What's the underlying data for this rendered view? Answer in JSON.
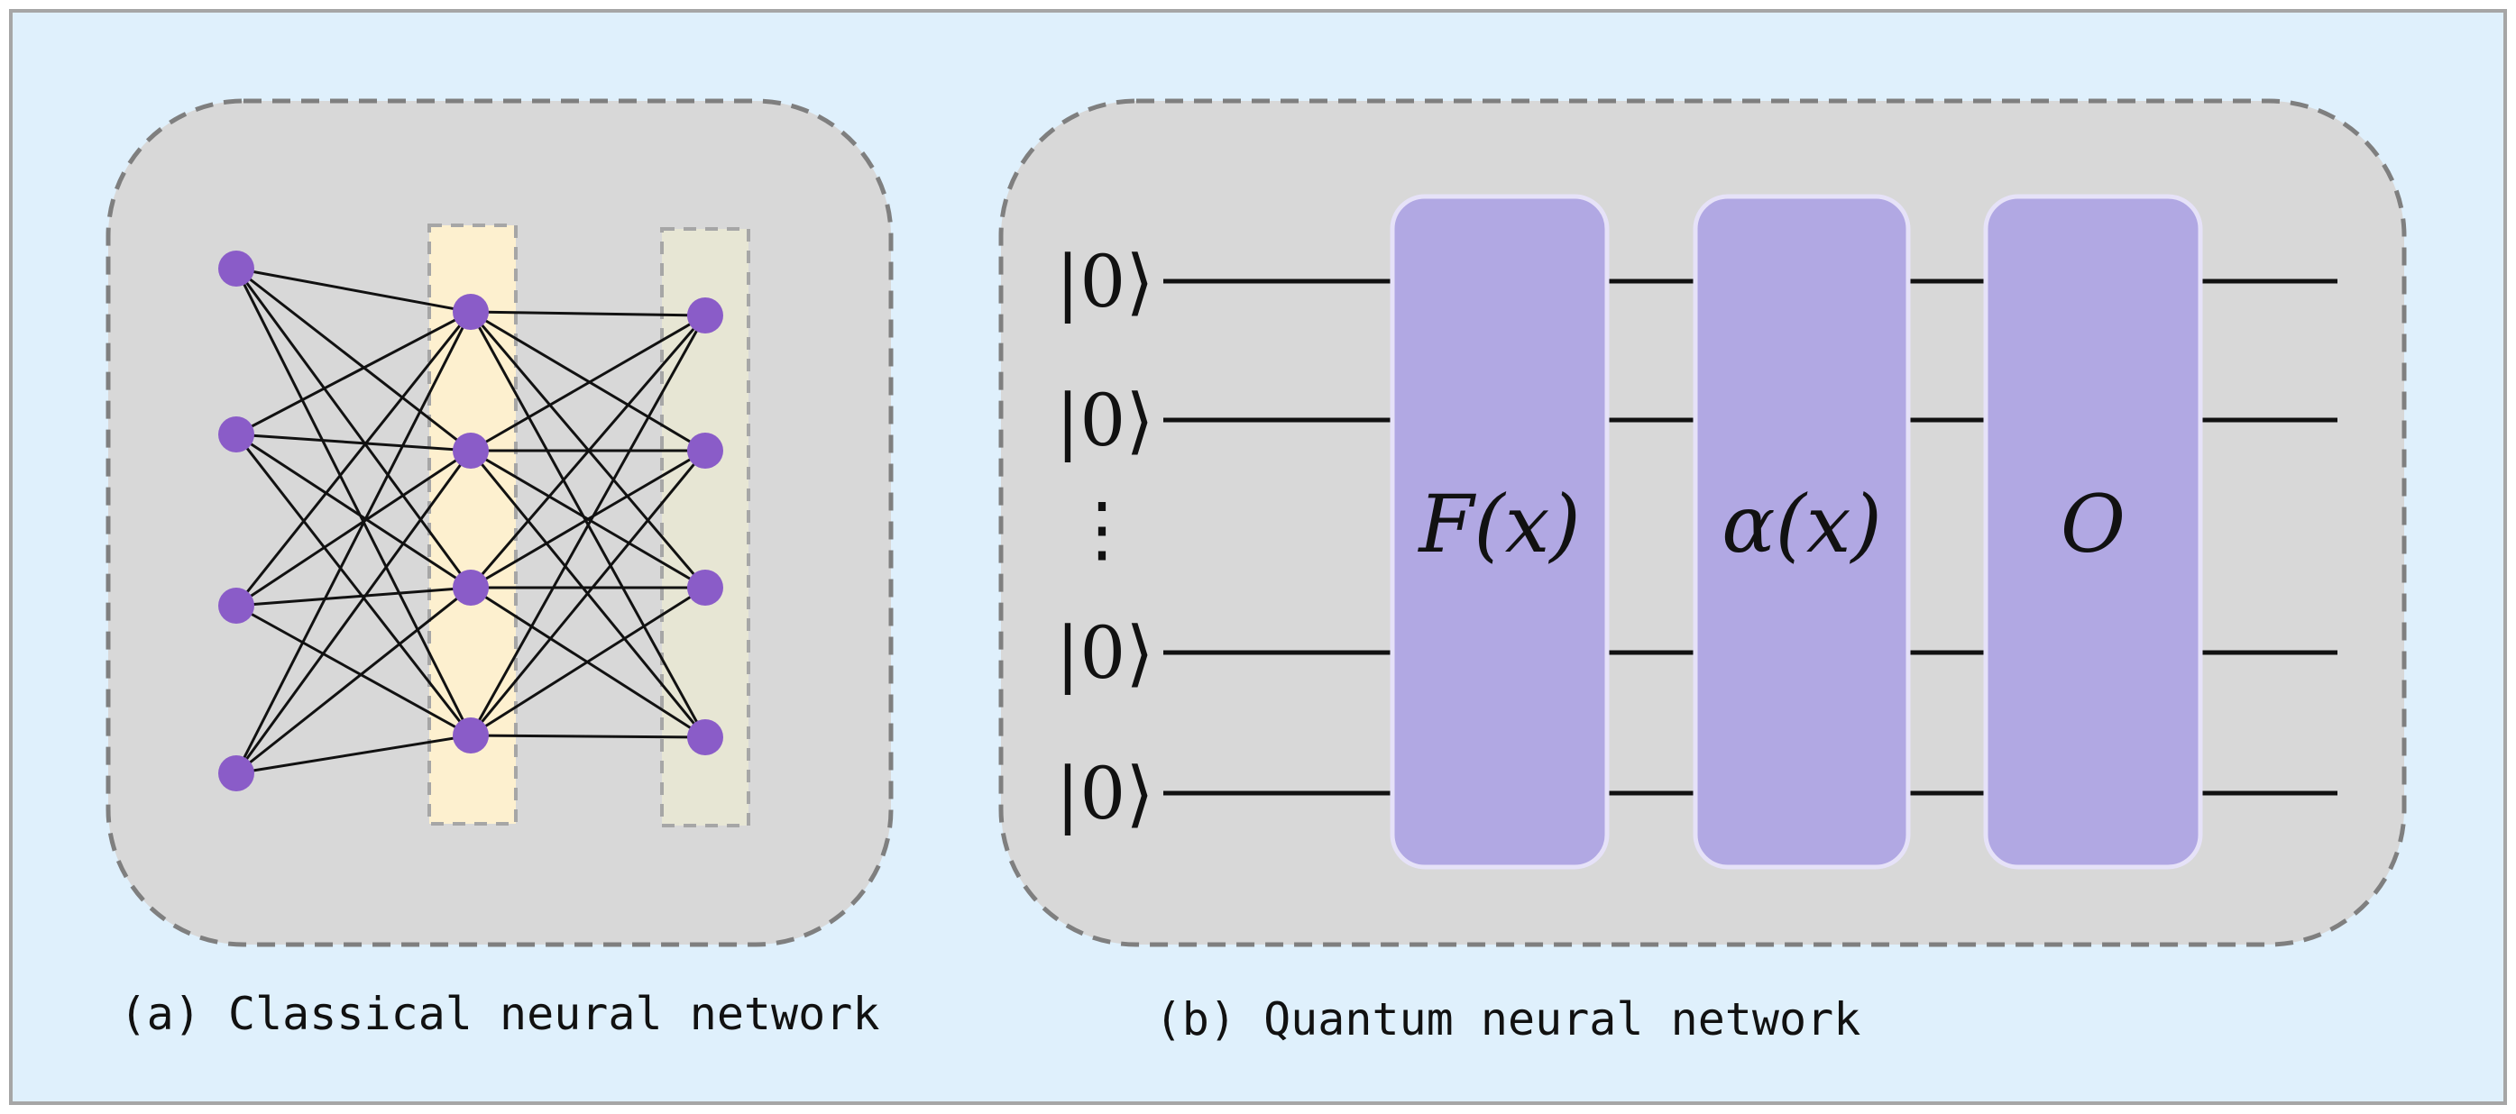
{
  "colors": {
    "background": "#dff0fc",
    "panel": "#d8d8d8",
    "panel_border": "#7f7f7f",
    "node": "#8a5cc8",
    "hidden_layer": "#fdf0cf",
    "output_layer": "#e7e6d4",
    "gate": "#b1a8e3",
    "gate_border": "#e6e2f8",
    "wire": "#111111"
  },
  "panel_a": {
    "caption": "(a) Classical neural network",
    "network": {
      "layer_sizes": [
        4,
        4,
        4
      ],
      "connectivity": "fully-connected"
    }
  },
  "panel_b": {
    "caption": "(b) Quantum neural network",
    "qubits": [
      {
        "ket": "|0⟩"
      },
      {
        "ket": "|0⟩"
      },
      {
        "ellipsis": "⋮"
      },
      {
        "ket": "|0⟩"
      },
      {
        "ket": "|0⟩"
      }
    ],
    "gates": [
      {
        "label": "F(x)"
      },
      {
        "label": "α(x)"
      },
      {
        "label": "O"
      }
    ]
  }
}
